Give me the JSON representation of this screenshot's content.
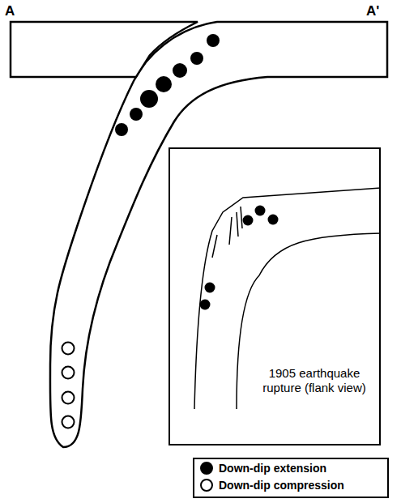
{
  "diagram": {
    "nodes": [
      {
        "text": [
          "1905 earthquake rupture (flank view)"
        ]
      }
    ],
    "labels": [
      "A",
      "A'"
    ],
    "legend": [
      {
        "text": "Down-dip extension"
      },
      {
        "text": "Down-dip compression"
      }
    ]
  }
}
